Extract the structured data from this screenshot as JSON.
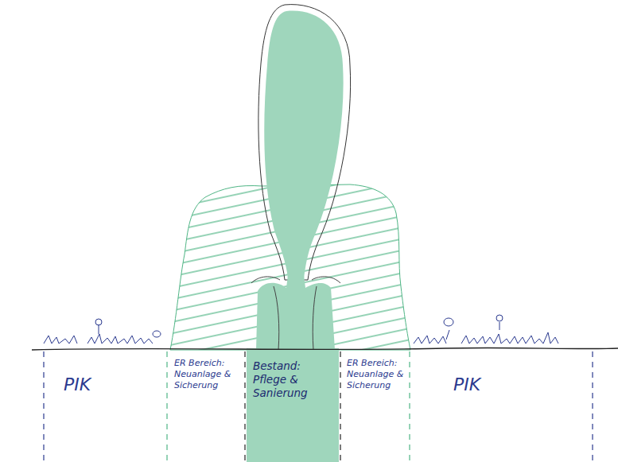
{
  "diagram": {
    "nodes": [
      {
        "text": [
          "PIK"
        ]
      },
      {
        "text": [
          "ER Bereich: Neuanlage & Sicherung"
        ]
      },
      {
        "text": [
          "Bestand: Pflege & Sanierung"
        ]
      },
      {
        "text": [
          "ER Bereich: Neuanlage & Sicherung"
        ]
      },
      {
        "text": [
          "PIK"
        ]
      }
    ]
  }
}
